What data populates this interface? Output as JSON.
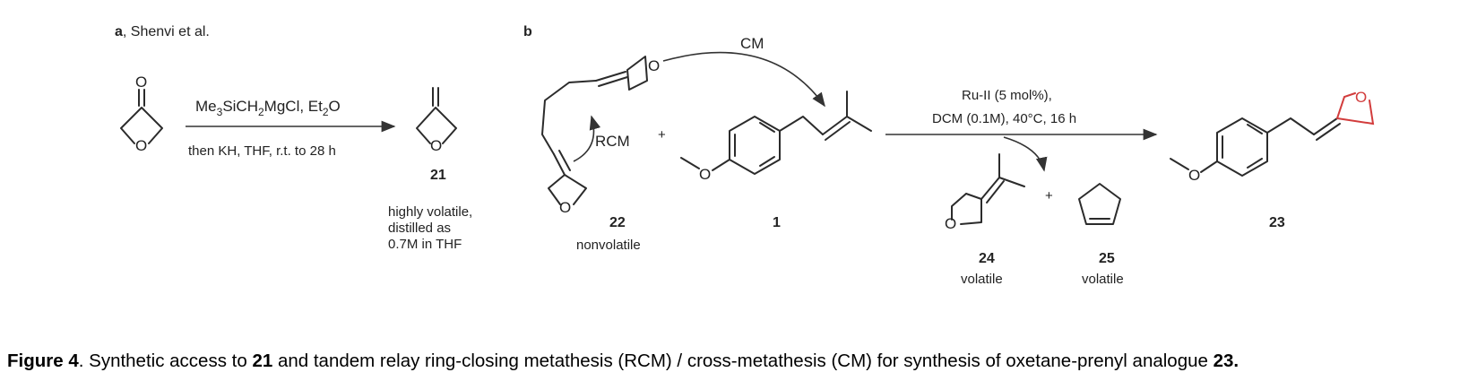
{
  "panel_a": {
    "letter": "a",
    "source": ", Shenvi et al.",
    "reagent_line1": "Me3SiCH2MgCl, Et2O",
    "reagent_line2": "then KH, THF, r.t. to 28 h",
    "product_number": "21",
    "note_line1": "highly volatile,",
    "note_line2": "distilled as",
    "note_line3": "0.7M in THF",
    "atom_o_carbonyl": "O",
    "atom_o_ring": "O",
    "atom_o_product": "O"
  },
  "panel_b": {
    "letter": "b",
    "cm_label": "CM",
    "rcm_label": "RCM",
    "plus_1": "+",
    "plus_2": "+",
    "conditions_line1": "Ru-II (5 mol%),",
    "conditions_line2": "DCM (0.1M), 40°C, 16 h",
    "compound_22_number": "22",
    "compound_22_note": "nonvolatile",
    "compound_1_number": "1",
    "compound_24_number": "24",
    "compound_24_note": "volatile",
    "compound_25_number": "25",
    "compound_25_note": "volatile",
    "compound_23_number": "23",
    "atom_o": "O"
  },
  "caption": {
    "label": "Figure 4",
    "text1": ". Synthetic access to ",
    "ref1": "21",
    "text2": " and tandem relay ring-closing metathesis (RCM) / cross-metathesis (CM) for synthesis of oxetane-prenyl analogue ",
    "ref2": "23."
  },
  "colors": {
    "bond": "#2b2b2b",
    "oxetane_highlight": "#d23c3c"
  }
}
